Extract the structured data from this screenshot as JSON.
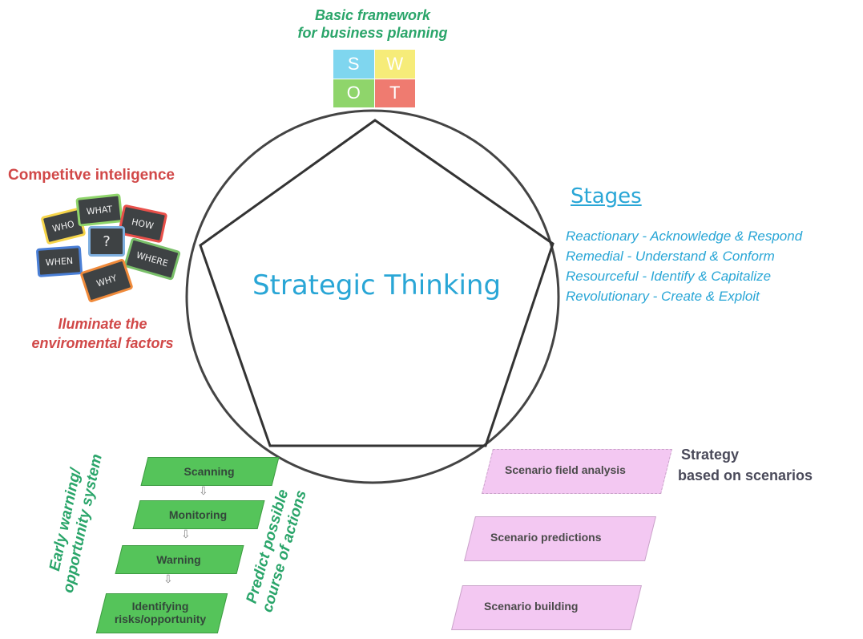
{
  "swot": {
    "title_line1": "Basic framework",
    "title_line2": "for business planning",
    "cells": [
      {
        "letter": "S",
        "color": "#7fd6ef"
      },
      {
        "letter": "W",
        "color": "#f6ec79"
      },
      {
        "letter": "O",
        "color": "#8fd56b"
      },
      {
        "letter": "T",
        "color": "#ef7b70"
      }
    ]
  },
  "center": {
    "title": "Strategic Thinking"
  },
  "competitive_intelligence": {
    "title": "Competitve inteligence",
    "subtitle_line1": "Iluminate the",
    "subtitle_line2": "enviromental factors",
    "boards": [
      {
        "label": "WHO",
        "color": "#f6d54a"
      },
      {
        "label": "WHAT",
        "color": "#8fd56b"
      },
      {
        "label": "HOW",
        "color": "#e8504a"
      },
      {
        "label": "?",
        "color": "#7fb0e0"
      },
      {
        "label": "WHEN",
        "color": "#4a7fd6"
      },
      {
        "label": "WHERE",
        "color": "#7ac06a"
      },
      {
        "label": "WHY",
        "color": "#f08a3a"
      }
    ]
  },
  "stages": {
    "title": "Stages",
    "items": [
      "Reactionary - Acknowledge & Respond",
      "Remedial - Understand & Conform",
      "Resourceful - Identify & Capitalize",
      "Revolutionary - Create & Exploit"
    ]
  },
  "early_warning": {
    "label_line1": "Early warning/",
    "label_line2": "opportunity system",
    "predict_line1": "Predict possible",
    "predict_line2": "course of actions",
    "steps": [
      "Scanning",
      "Monitoring",
      "Warning",
      "Identifying risks/opportunity"
    ]
  },
  "scenarios": {
    "strategy_line1": "Strategy",
    "strategy_line2": "based on scenarios",
    "steps": [
      "Scenario field analysis",
      "Scenario predictions",
      "Scenario building"
    ]
  },
  "colors": {
    "green": "#2aa56a",
    "red": "#d14848",
    "blue": "#29a6d6",
    "step_green": "#55c45a",
    "scenario_pink": "#f3c8f2"
  }
}
